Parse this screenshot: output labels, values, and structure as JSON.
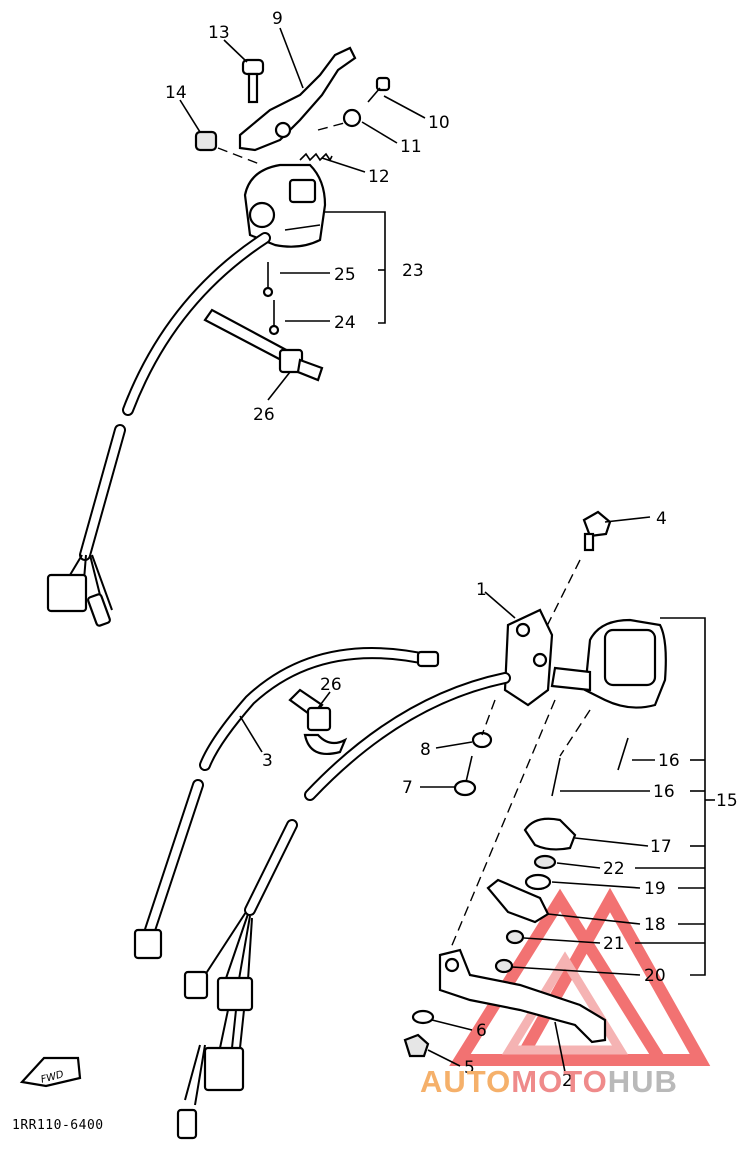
{
  "labels": {
    "l1": "1",
    "l2": "2",
    "l3": "3",
    "l4": "4",
    "l5": "5",
    "l6": "6",
    "l7": "7",
    "l8": "8",
    "l9": "9",
    "l10": "10",
    "l11": "11",
    "l12": "12",
    "l13": "13",
    "l14": "14",
    "l15": "15",
    "l16a": "16",
    "l16b": "16",
    "l17": "17",
    "l18": "18",
    "l19": "19",
    "l20": "20",
    "l21": "21",
    "l22": "22",
    "l23": "23",
    "l24": "24",
    "l25": "25",
    "l26a": "26",
    "l26b": "26"
  },
  "fwd_label": "FWD",
  "drawing_code": "1RR110-6400",
  "watermark": {
    "part1": "AUTO",
    "part2": "MOTO",
    "part3": "HUB",
    "colors": {
      "auto": "#f5b06a",
      "moto": "#ef8a8a",
      "hub": "#b9b9b9",
      "logo": "#e44"
    }
  }
}
